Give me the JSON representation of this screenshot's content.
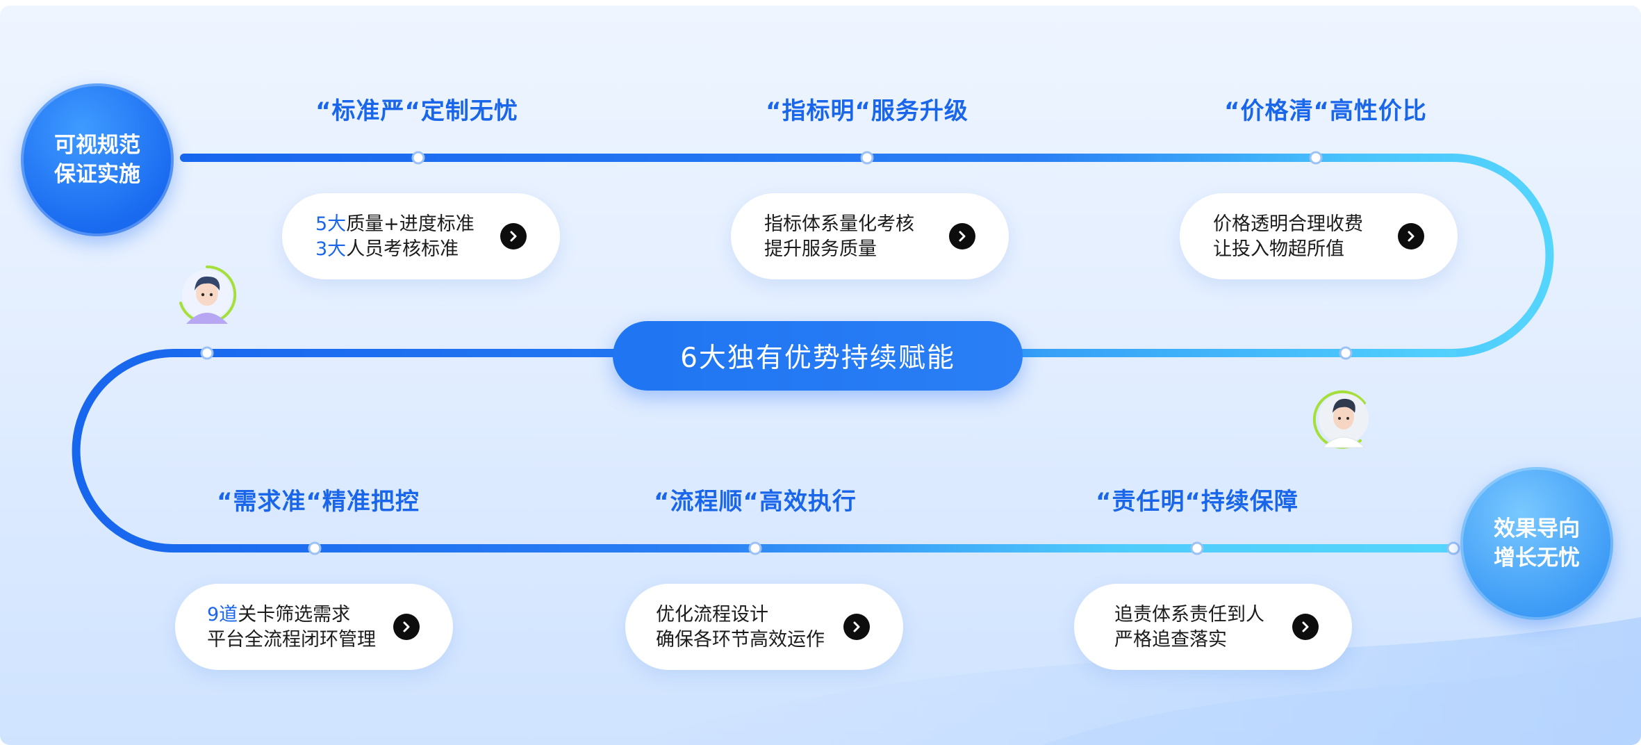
{
  "start_circle": {
    "label": "可视规范\n保证实施"
  },
  "end_circle": {
    "label": "效果导向\n增长无忧"
  },
  "center": {
    "label": "6大独有优势持续赋能"
  },
  "steps": [
    {
      "title": "“标准严“定制无忧",
      "line1_hl": "5大",
      "line1": "质量+进度标准",
      "line2_hl": "3大",
      "line2": "人员考核标准"
    },
    {
      "title": "“指标明“服务升级",
      "line1_hl": "",
      "line1": "指标体系量化考核",
      "line2_hl": "",
      "line2": "提升服务质量"
    },
    {
      "title": "“价格清“高性价比",
      "line1_hl": "",
      "line1": "价格透明合理收费",
      "line2_hl": "",
      "line2": "让投入物超所值"
    },
    {
      "title": "“需求准“精准把控",
      "line1_hl": "9道",
      "line1": "关卡筛选需求",
      "line2_hl": "",
      "line2": "平台全流程闭环管理"
    },
    {
      "title": "“流程顺“高效执行",
      "line1_hl": "",
      "line1": "优化流程设计",
      "line2_hl": "",
      "line2": "确保各环节高效运作"
    },
    {
      "title": "“责任明“持续保障",
      "line1_hl": "",
      "line1": "追责体系责任到人",
      "line2_hl": "",
      "line2": "严格追查落实"
    }
  ],
  "colors": {
    "accent_blue": "#1a66ea",
    "light_blue": "#4fd0fb",
    "card_bg": "#ffffff",
    "button_dark": "#0d0d0d"
  },
  "icons": {
    "card_button": "chevron-right-icon",
    "avatar_1": "avatar-boy-icon",
    "avatar_2": "avatar-man-icon"
  }
}
